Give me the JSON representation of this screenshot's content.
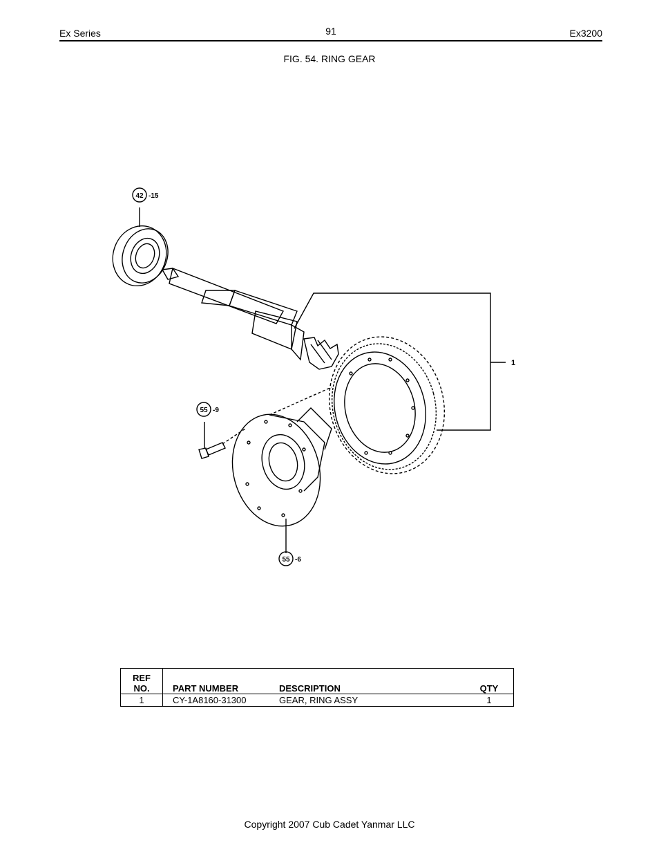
{
  "header": {
    "left": "Ex Series",
    "page_number": "91",
    "right": "Ex3200"
  },
  "figure": {
    "title": "FIG. 54. RING GEAR",
    "callouts": {
      "bearing_circle": "42",
      "bearing_suffix": "-15",
      "bolt_circle": "55",
      "bolt_suffix": "-9",
      "case_circle": "55",
      "case_suffix": "-6",
      "assembly_ref": "1"
    }
  },
  "table": {
    "headers": {
      "ref_line1": "REF",
      "ref_line2": "NO.",
      "part_number": "PART NUMBER",
      "description": "DESCRIPTION",
      "qty": "QTY"
    },
    "rows": [
      {
        "ref": "1",
        "part_number": "CY-1A8160-31300",
        "description": "GEAR, RING ASSY",
        "qty": "1"
      }
    ]
  },
  "footer": {
    "copyright": "Copyright 2007 Cub Cadet Yanmar LLC"
  }
}
